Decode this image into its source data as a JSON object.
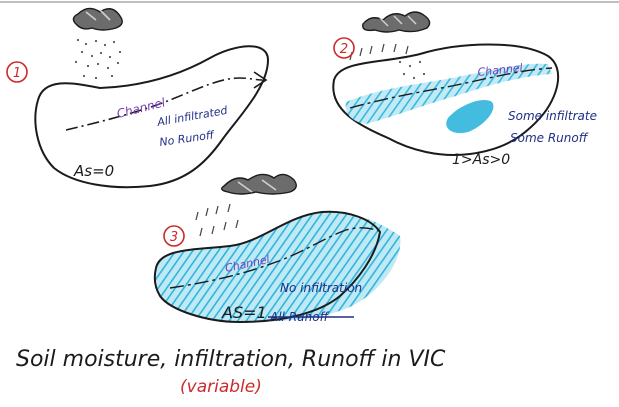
{
  "panels": [
    {
      "number": "1",
      "channel": "Channel",
      "line1": "All infiltrated",
      "line2": "No Runoff",
      "as_label": "As=0"
    },
    {
      "number": "2",
      "channel": "Channel",
      "line1": "Some infiltrate",
      "line2": "Some Runoff",
      "as_label": "1>As>0"
    },
    {
      "number": "3",
      "channel": "Channel",
      "line1": "No infiltration",
      "line2": "All Runoff",
      "as_label": "AS=1"
    }
  ],
  "caption": {
    "title": "Soil moisture, infiltration, Runoff in VIC",
    "subtitle": "(variable)"
  },
  "colors": {
    "ink": "#1b1b1b",
    "blue_text": "#1f2f86",
    "water_fill": "#33b8dd",
    "channel_text": "#7a3fb5",
    "red": "#cc2a2a"
  }
}
